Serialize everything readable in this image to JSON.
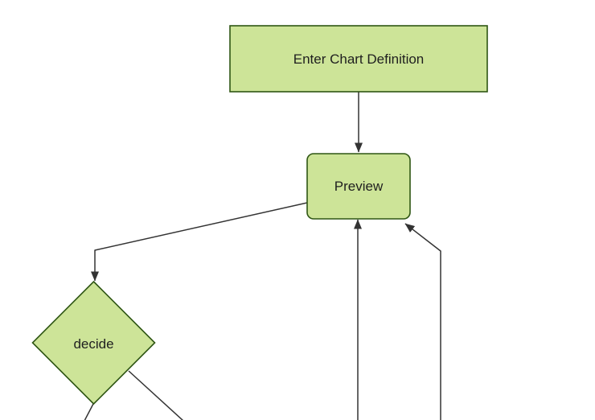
{
  "diagram": {
    "type": "flowchart",
    "orientation": "top-down",
    "nodes": [
      {
        "id": "enter-chart-definition",
        "shape": "rectangle",
        "label": "Enter Chart Definition"
      },
      {
        "id": "preview",
        "shape": "rounded-rectangle",
        "label": "Preview"
      },
      {
        "id": "decide",
        "shape": "diamond",
        "label": "decide"
      }
    ],
    "edges": [
      {
        "from": "enter-chart-definition",
        "to": "preview",
        "arrowhead": true
      },
      {
        "from": "preview",
        "to": "decide",
        "arrowhead": true
      },
      {
        "from": "decide",
        "to": "offscreen-bottom-left",
        "arrowhead": false
      },
      {
        "from": "decide",
        "to": "offscreen-bottom-right",
        "arrowhead": false
      },
      {
        "from": "offscreen-bottom-center",
        "to": "preview",
        "arrowhead": true
      },
      {
        "from": "offscreen-bottom-right",
        "to": "preview",
        "arrowhead": true
      }
    ],
    "colors": {
      "node_fill": "#cde498",
      "node_border": "#2f5614",
      "edge_line": "#333333",
      "label_text": "#1f1f1f",
      "background": "#ffffff"
    }
  }
}
